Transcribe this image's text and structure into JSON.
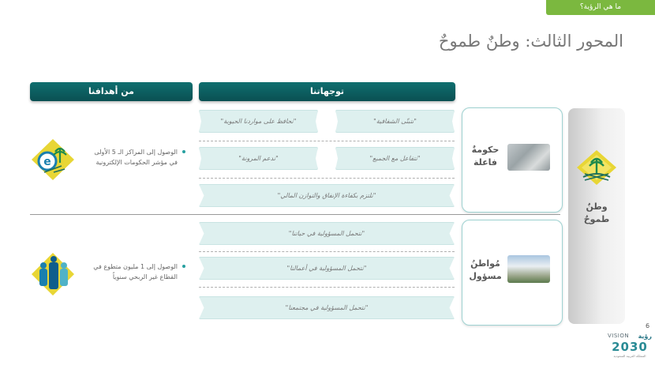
{
  "top_tag": {
    "label": "ما هي الرؤية؟"
  },
  "title": "المحور الثالث: وطنٌ طموحٌ",
  "headers": {
    "directions": "توجهاتنا",
    "goals": "من أهدافنا"
  },
  "pillar": {
    "label_line1": "وطنٌ",
    "label_line2": "طموحٌ"
  },
  "sections": [
    {
      "card_line1": "حكومةٌ",
      "card_line2": "فاعلة",
      "directions": [
        "\"نتبنّى الشفافية\"",
        "\"نحافظ على مواردنا الحيوية\"",
        "\"نتفاعل مع الجميع\"",
        "\"ندعم المرونة\"",
        "\"نلتزم بكفاءة الإنفاق والتوازن المالي\""
      ],
      "goal": "الوصول إلى المراكز الـ 5 الأولى في مؤشر الحكومات الإلكترونية"
    },
    {
      "card_line1": "مُواطنُ",
      "card_line2": "مسؤول",
      "directions": [
        "\"نتحمل المسؤولية في حياتنا\"",
        "\"نتحمل المسؤولية في أعمالنا\"",
        "\"نتحمل المسؤولية في مجتمعنا\""
      ],
      "goal": "الوصول إلى 1 مليون متطوع في القطاع غير الربحي سنوياً"
    }
  ],
  "page_number": "6",
  "logo": {
    "vision_text": "VISION",
    "year": "2030",
    "arabic": "رؤية",
    "subtitle": "المملكة العربية السعودية"
  },
  "colors": {
    "accent_green": "#7bb83f",
    "teal_dark": "#0a4f52",
    "teal_light": "#def0ef"
  }
}
